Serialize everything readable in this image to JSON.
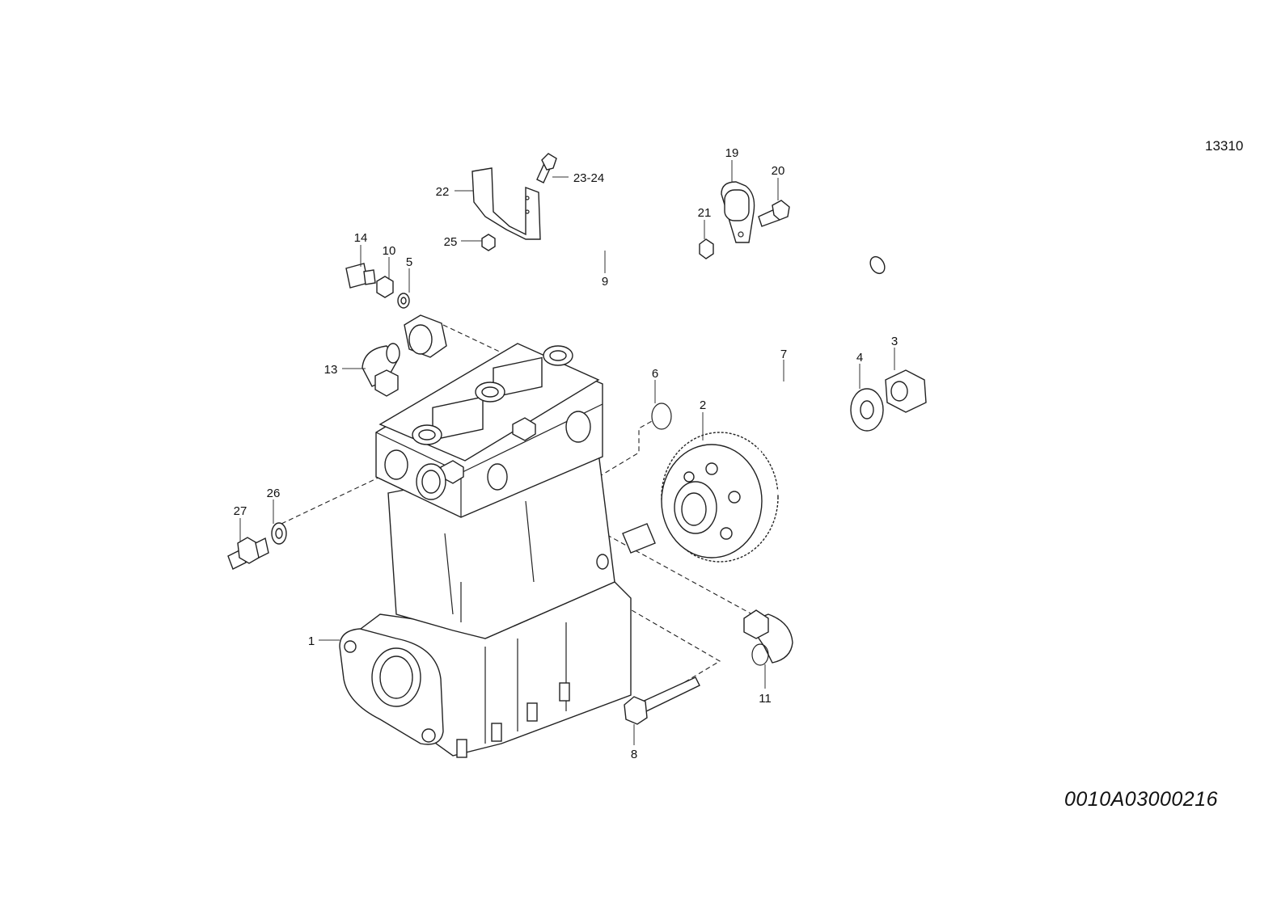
{
  "header": {
    "group_code": "13310"
  },
  "footer": {
    "reference": "0010A03000216"
  },
  "callouts": [
    {
      "id": "1",
      "text": "1"
    },
    {
      "id": "2",
      "text": "2"
    },
    {
      "id": "3",
      "text": "3"
    },
    {
      "id": "4",
      "text": "4"
    },
    {
      "id": "5",
      "text": "5"
    },
    {
      "id": "6",
      "text": "6"
    },
    {
      "id": "7",
      "text": "7"
    },
    {
      "id": "8",
      "text": "8"
    },
    {
      "id": "9",
      "text": "9"
    },
    {
      "id": "10",
      "text": "10"
    },
    {
      "id": "11",
      "text": "11"
    },
    {
      "id": "13",
      "text": "13"
    },
    {
      "id": "14",
      "text": "14"
    },
    {
      "id": "19",
      "text": "19"
    },
    {
      "id": "20",
      "text": "20"
    },
    {
      "id": "21",
      "text": "21"
    },
    {
      "id": "22",
      "text": "22"
    },
    {
      "id": "23-24",
      "text": "23-24"
    },
    {
      "id": "25",
      "text": "25"
    },
    {
      "id": "26",
      "text": "26"
    },
    {
      "id": "27",
      "text": "27"
    }
  ]
}
